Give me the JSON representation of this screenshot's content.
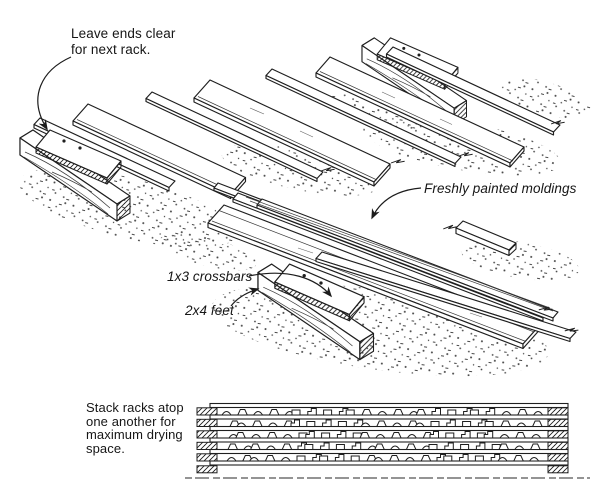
{
  "illustration": {
    "background": "#ffffff",
    "ink": "#1f1f1f",
    "annotations": {
      "leave_ends": [
        "Leave ends clear",
        "for next rack."
      ],
      "freshly_painted": "Freshly painted moldings",
      "crossbars": "1x3 crossbars",
      "feet": "2x4 feet",
      "stack_caption": [
        "Stack racks atop",
        "one another for",
        "maximum drying",
        "space."
      ]
    }
  }
}
